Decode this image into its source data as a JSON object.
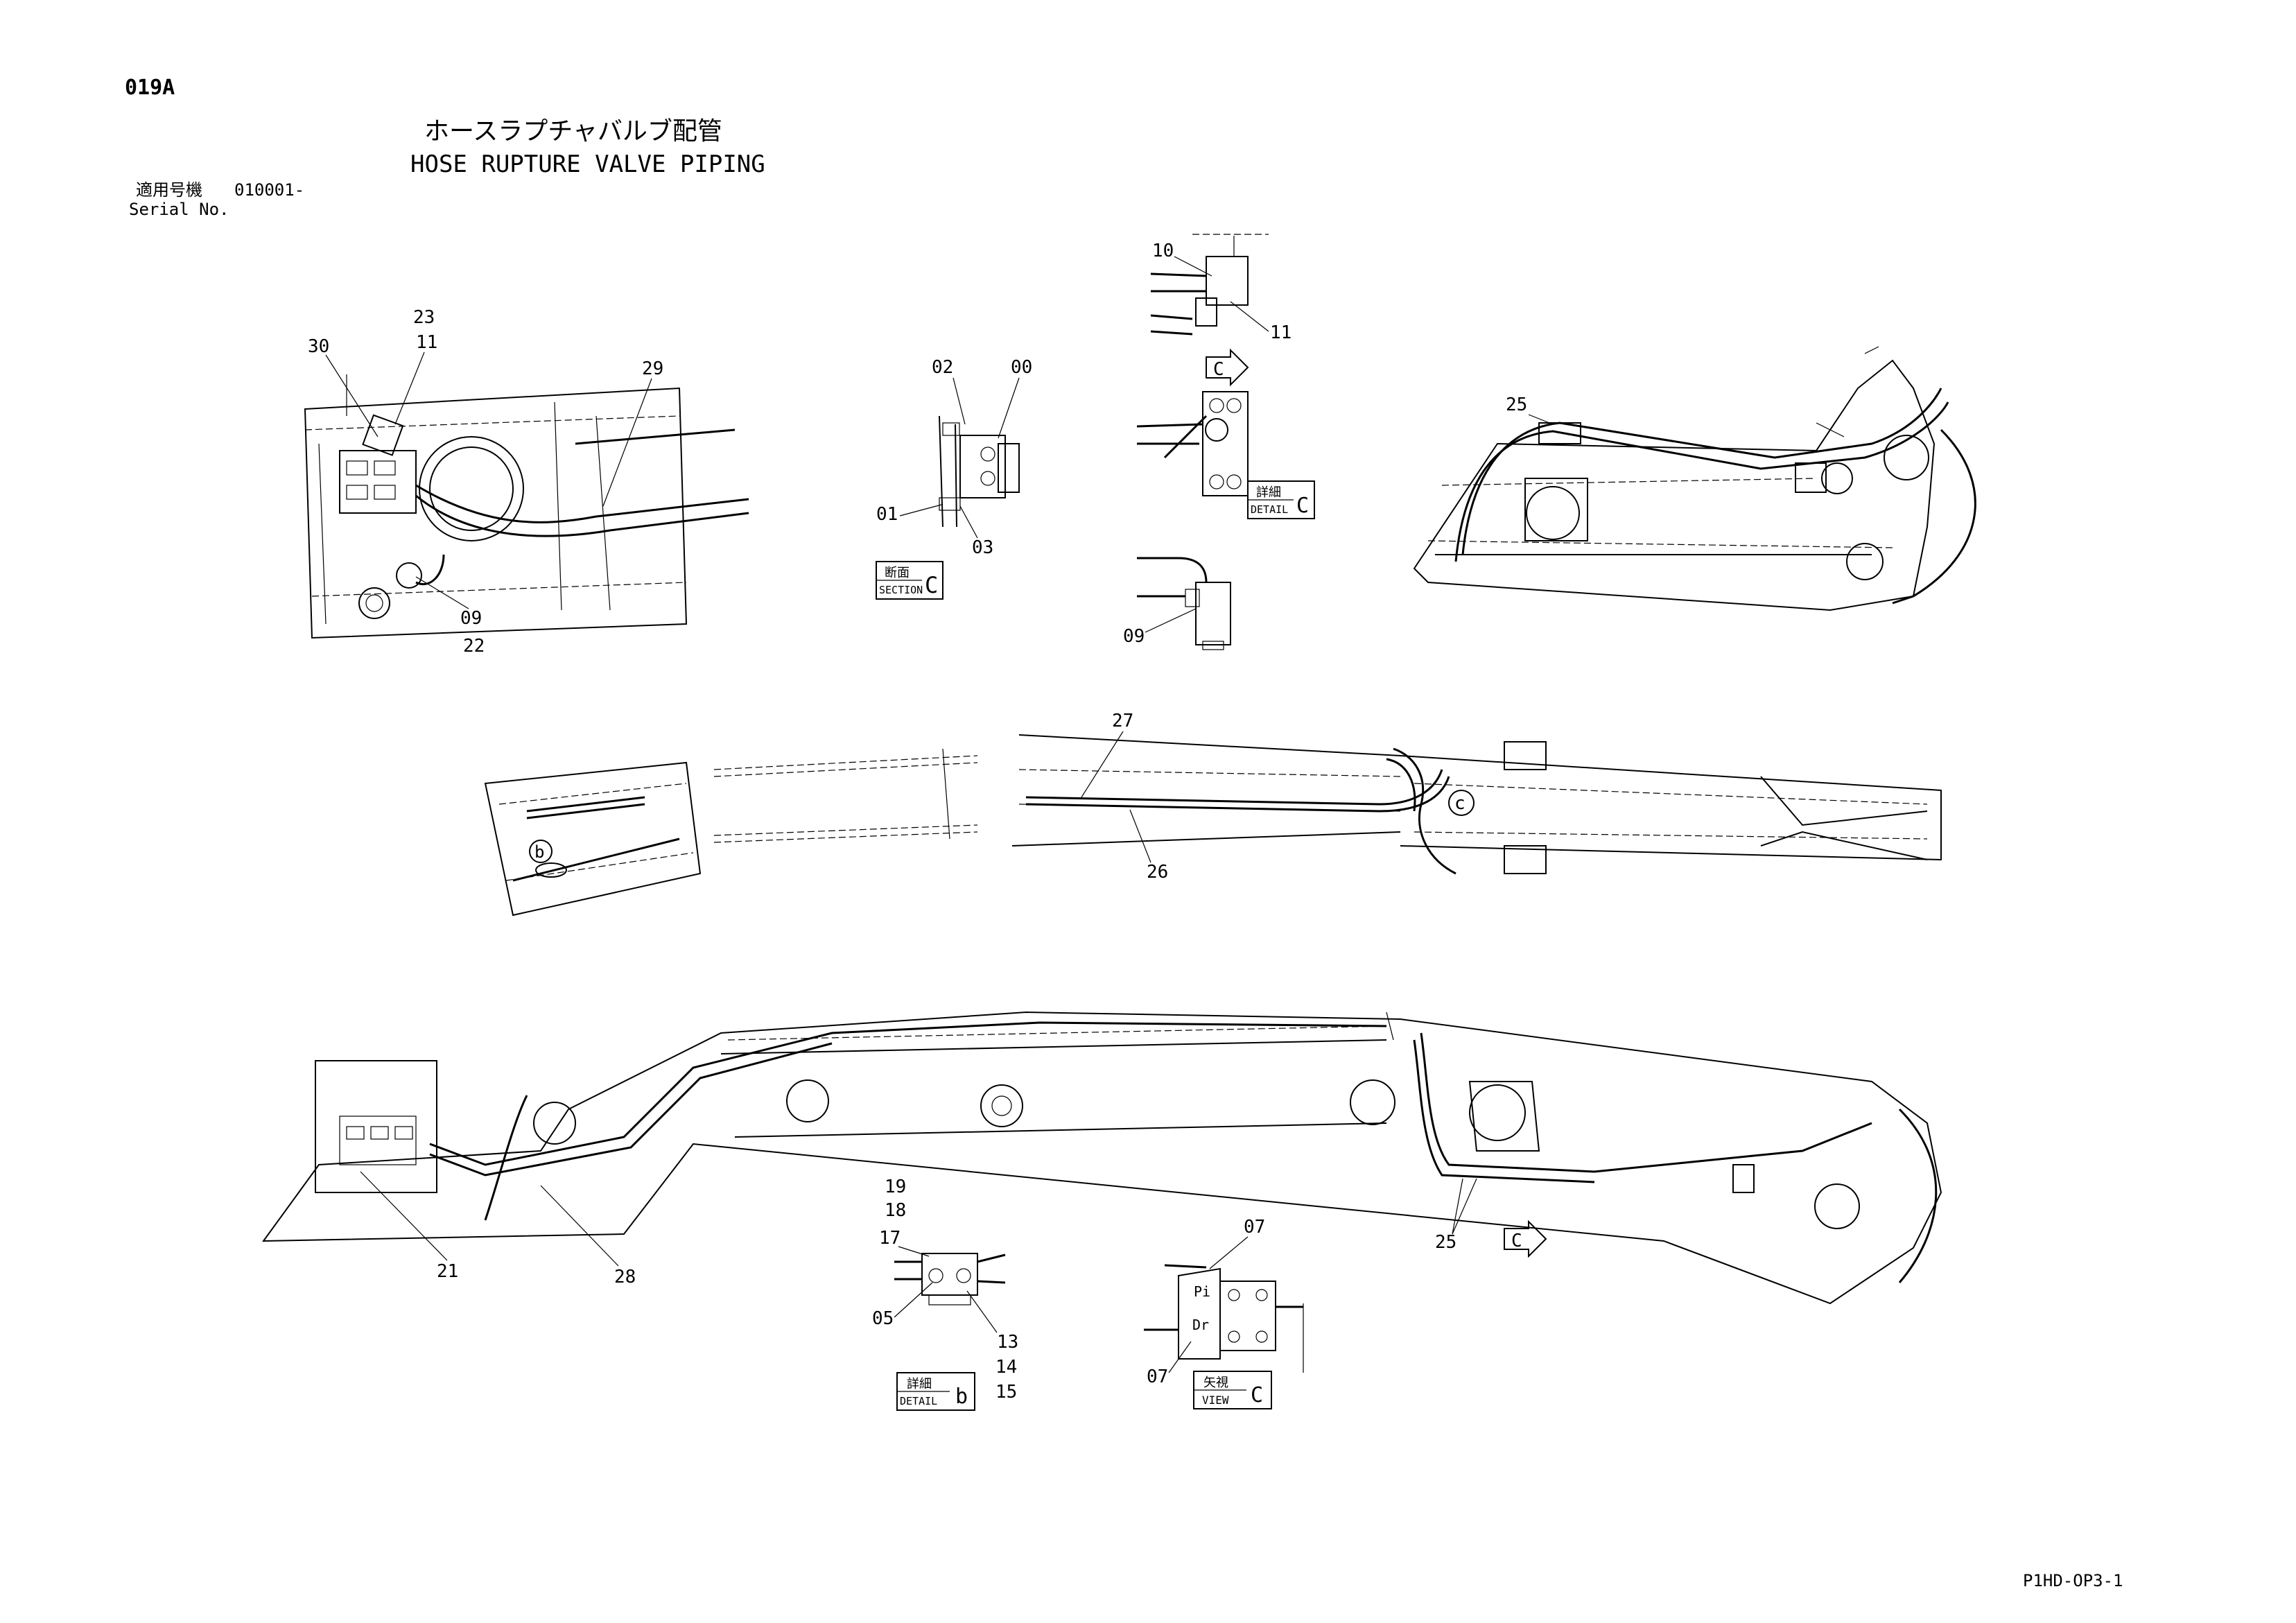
{
  "header": {
    "page_code": "019A",
    "title_jp": "ホースラプチャバルブ配管",
    "title_en": "HOSE RUPTURE VALVE PIPING",
    "serial_label_jp": "適用号機",
    "serial_value": "010001-",
    "serial_label_en": "Serial No."
  },
  "footer": {
    "sheet_code": "P1HD-OP3-1"
  },
  "callouts": {
    "view1": [
      "30",
      "23",
      "11",
      "29",
      "09",
      "22"
    ],
    "section": [
      "02",
      "00",
      "01",
      "03"
    ],
    "detail_c": [
      "10",
      "11",
      "09"
    ],
    "arm_upper": [
      "25"
    ],
    "boom_middle": [
      "27",
      "26"
    ],
    "boom_lower": [
      "21",
      "28",
      "25"
    ],
    "detail_b": [
      "19",
      "18",
      "17",
      "05",
      "13",
      "14",
      "15"
    ],
    "view_c": [
      "07",
      "07"
    ]
  },
  "view_markers": {
    "section_jp": "断面",
    "section_en": "SECTION",
    "section_letter": "C",
    "detail_jp": "詳細",
    "detail_en": "DETAIL",
    "detail_c_letter": "C",
    "detail_b_letter": "b",
    "view_jp": "矢視",
    "view_en": "VIEW",
    "view_letter": "C",
    "circle_b": "b",
    "circle_c": "c",
    "arrow_c": "C",
    "port_pi": "Pi",
    "port_dr": "Dr"
  }
}
